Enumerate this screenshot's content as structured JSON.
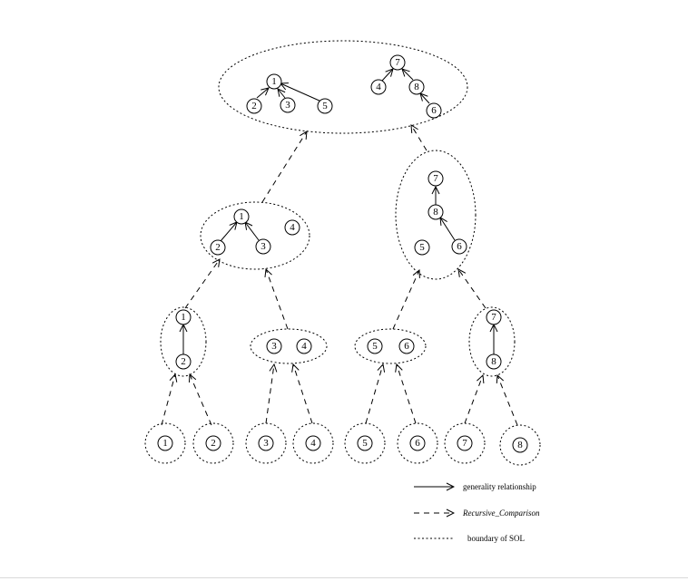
{
  "legend": {
    "generality": "generality relationship",
    "recursive": "Recursive_Comparison",
    "boundary": "boundary of SOL"
  },
  "levels": {
    "top": {
      "trees": [
        {
          "nodes": [
            "1",
            "2",
            "3",
            "5"
          ],
          "edges": [
            [
              "2",
              "1"
            ],
            [
              "3",
              "1"
            ],
            [
              "5",
              "1"
            ]
          ]
        },
        {
          "nodes": [
            "7",
            "4",
            "8",
            "6"
          ],
          "edges": [
            [
              "4",
              "7"
            ],
            [
              "8",
              "7"
            ],
            [
              "6",
              "8"
            ]
          ]
        }
      ]
    },
    "mid_left": {
      "nodes": [
        "1",
        "2",
        "3",
        "4"
      ],
      "edges": [
        [
          "2",
          "1"
        ],
        [
          "3",
          "1"
        ]
      ]
    },
    "mid_right": {
      "nodes": [
        "7",
        "8",
        "5",
        "6"
      ],
      "edges": [
        [
          "8",
          "7"
        ],
        [
          "6",
          "8"
        ]
      ]
    },
    "lower": [
      {
        "nodes": [
          "1",
          "2"
        ],
        "edges": [
          [
            "2",
            "1"
          ]
        ]
      },
      {
        "nodes": [
          "3",
          "4"
        ],
        "edges": []
      },
      {
        "nodes": [
          "5",
          "6"
        ],
        "edges": []
      },
      {
        "nodes": [
          "7",
          "8"
        ],
        "edges": [
          [
            "8",
            "7"
          ]
        ]
      }
    ],
    "leaves": [
      "1",
      "2",
      "3",
      "4",
      "5",
      "6",
      "7",
      "8"
    ]
  }
}
